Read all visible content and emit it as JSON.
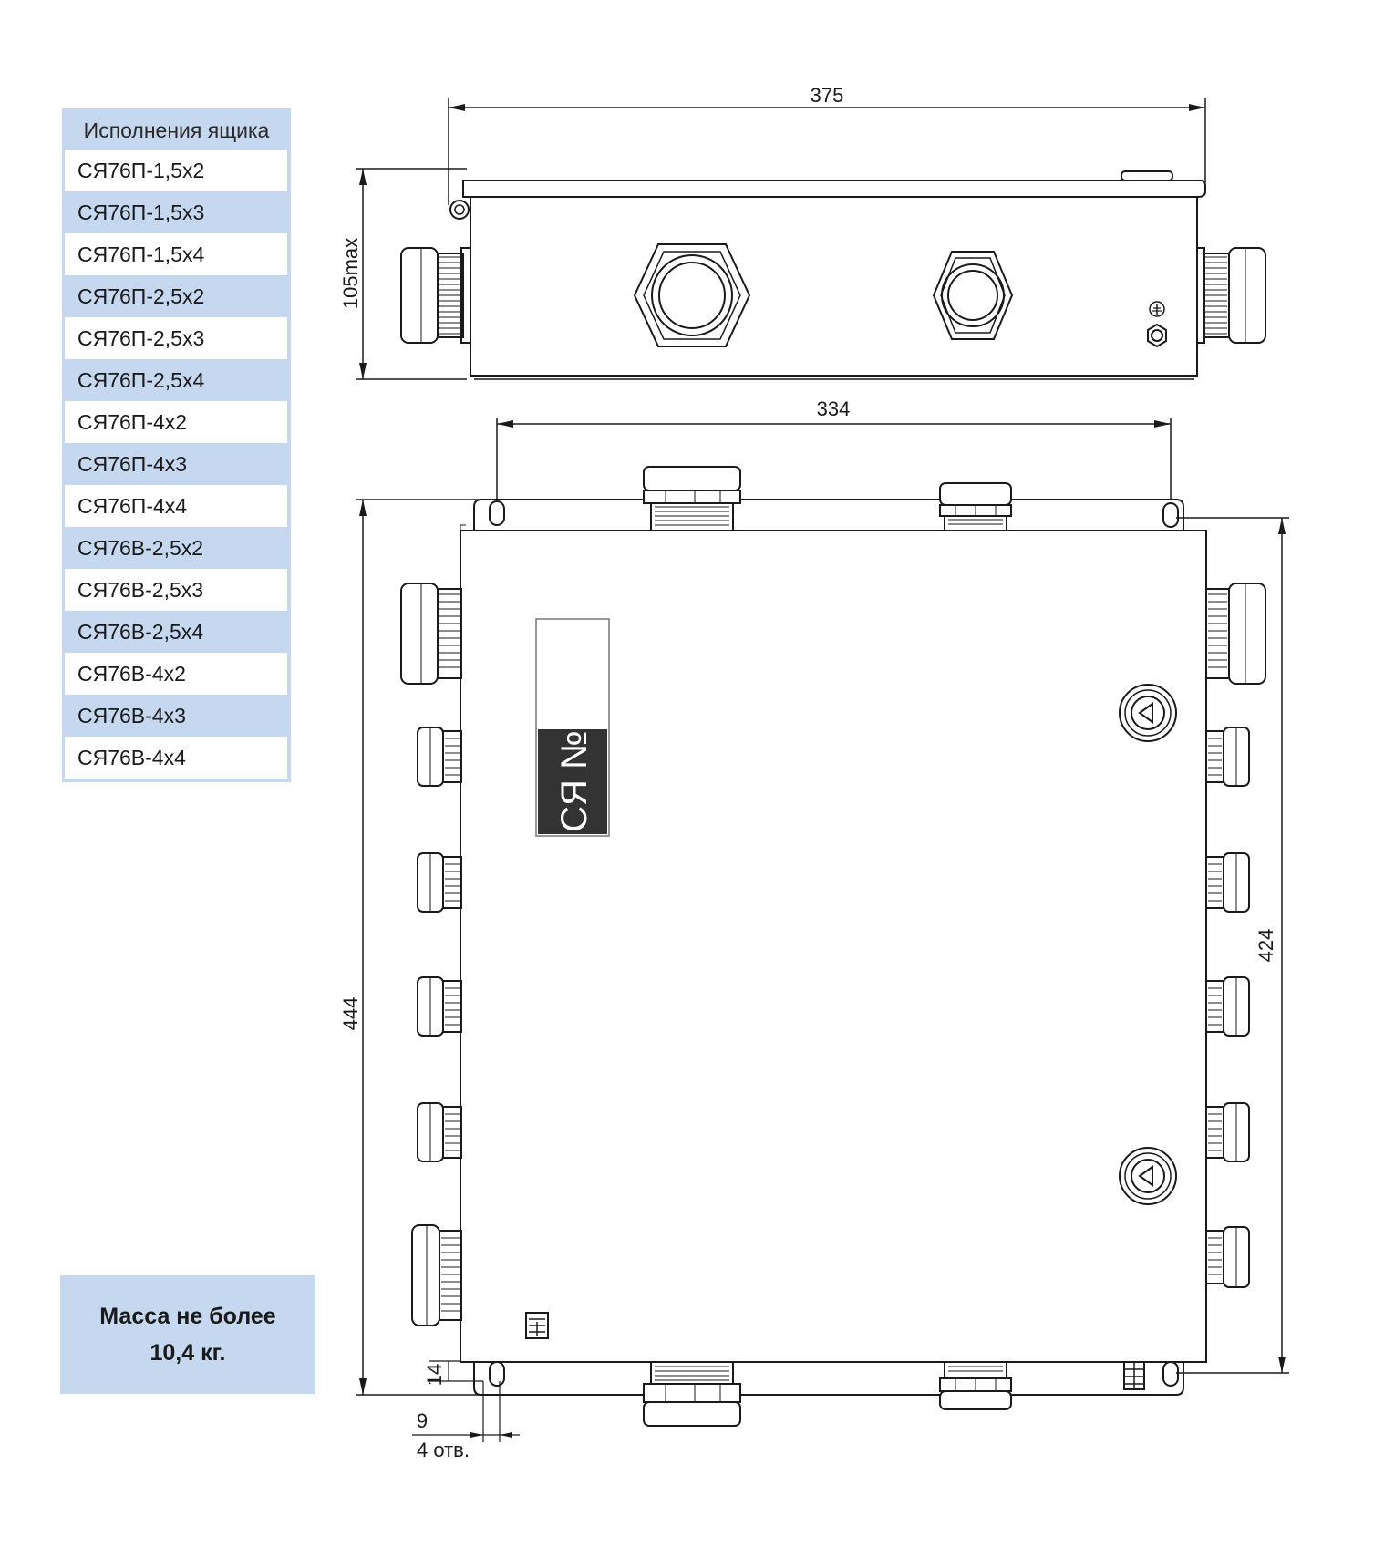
{
  "variants_table": {
    "header": "Исполнения ящика",
    "items": [
      "СЯ76П-1,5х2",
      "СЯ76П-1,5х3",
      "СЯ76П-1,5х4",
      "СЯ76П-2,5х2",
      "СЯ76П-2,5х3",
      "СЯ76П-2,5х4",
      "СЯ76П-4х2",
      "СЯ76П-4х3",
      "СЯ76П-4х4",
      "СЯ76В-2,5х2",
      "СЯ76В-2,5х3",
      "СЯ76В-2,5х4",
      "СЯ76В-4х2",
      "СЯ76В-4х3",
      "СЯ76В-4х4"
    ]
  },
  "mass_note": {
    "line1": "Масса не более",
    "line2": "10,4 кг."
  },
  "dimensions": {
    "top_width": "375",
    "top_height": "105max",
    "mount_spacing": "334",
    "overall_height": "444",
    "mount_height": "424",
    "edge_offset": "14",
    "hole_size": "9",
    "holes_count": "4 отв."
  },
  "nameplate": {
    "text": "СЯ №"
  },
  "colors": {
    "table_blue": "#c6d8ef",
    "line": "#1a1a1a",
    "plate_dark": "#333333"
  }
}
